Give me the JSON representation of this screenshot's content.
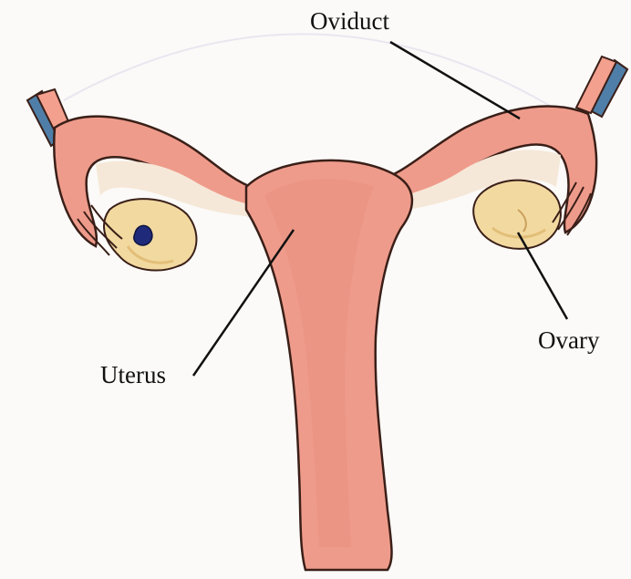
{
  "labels": {
    "oviduct": "Oviduct",
    "uterus": "Uterus",
    "ovary": "Ovary"
  },
  "colors": {
    "tissue": "#ef9b8b",
    "tissue_light": "#f6b7a8",
    "tissue_dark": "#e07f70",
    "ovary": "#f2d9a0",
    "ovary_dark": "#e2bf78",
    "outline": "#3a1f18",
    "pointer": "#111111",
    "egg": "#1f2a7a"
  }
}
